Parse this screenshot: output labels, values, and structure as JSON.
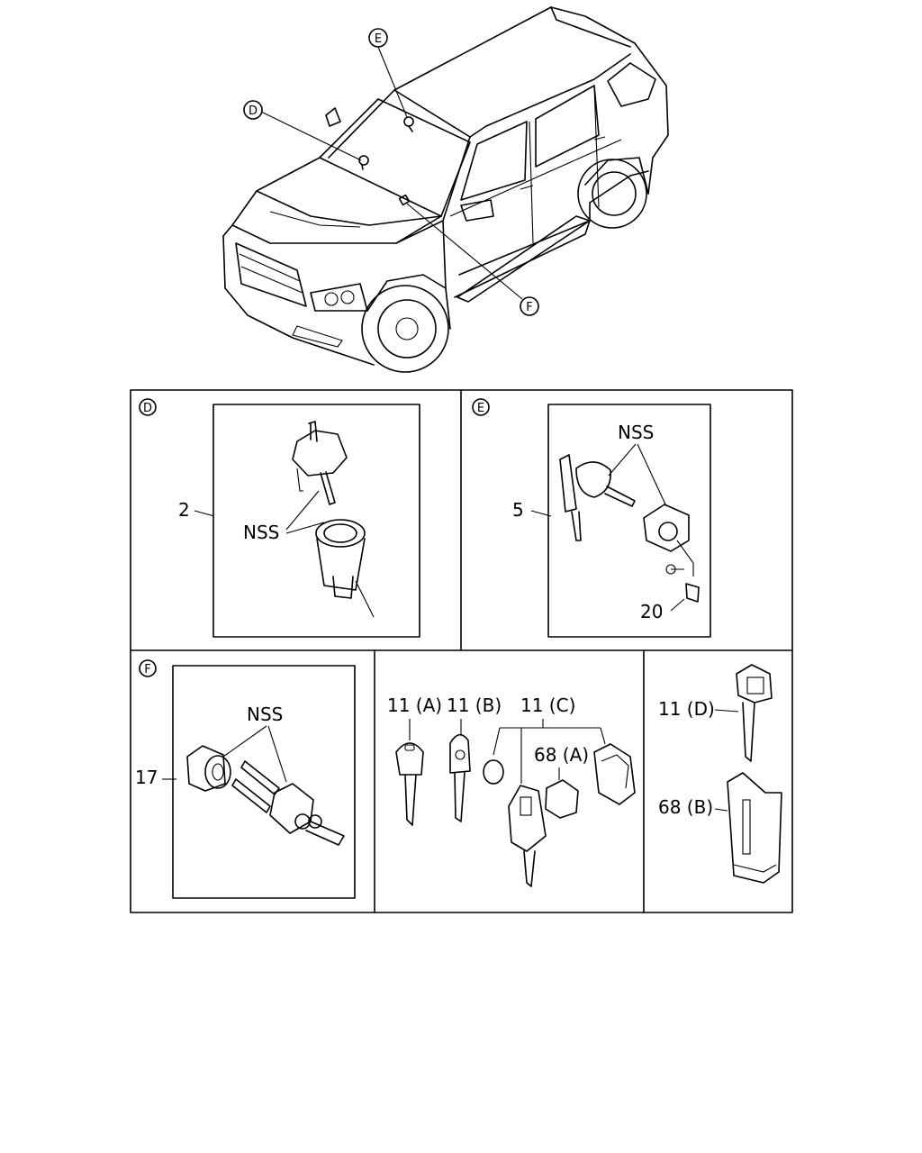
{
  "callouts": {
    "d": "D",
    "e": "E",
    "f": "F"
  },
  "panels": {
    "d": {
      "letter": "D",
      "part": "2",
      "nss": "NSS"
    },
    "e": {
      "letter": "E",
      "part": "5",
      "nss": "NSS",
      "part2": "20"
    },
    "f": {
      "letter": "F",
      "part": "17",
      "nss": "NSS"
    },
    "keys": {
      "a": "11 (A)",
      "b": "11 (B)",
      "c": "11 (C)",
      "d68a": "68 (A)"
    },
    "smart": {
      "d": "11 (D)",
      "b68": "68 (B)"
    }
  }
}
